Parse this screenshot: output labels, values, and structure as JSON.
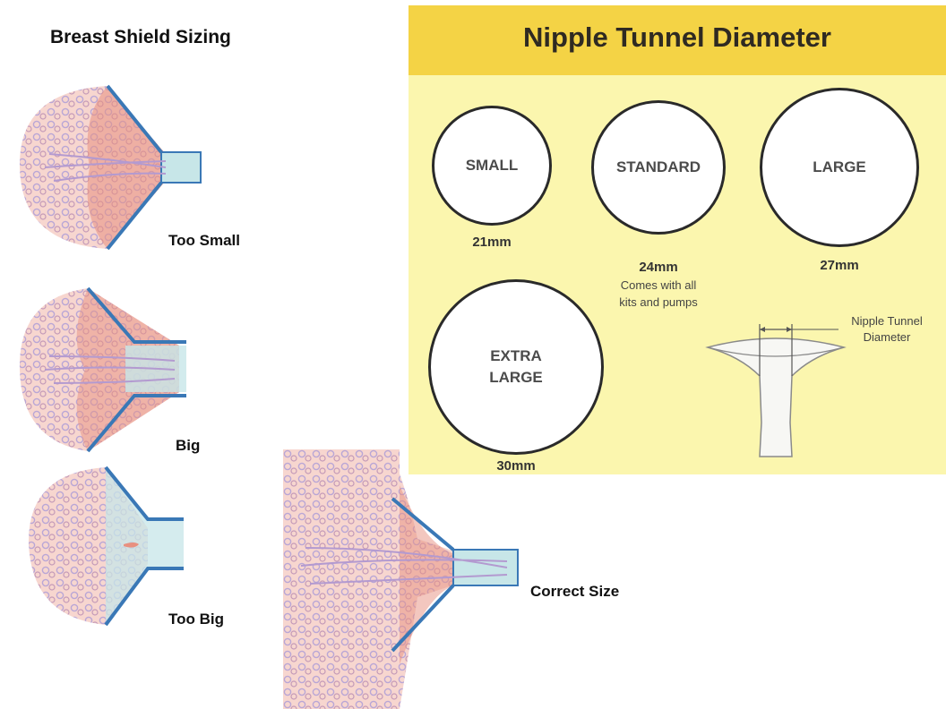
{
  "left": {
    "title": "Breast Shield Sizing",
    "captions": {
      "too_small": "Too Small",
      "big": "Big",
      "too_big": "Too Big",
      "correct": "Correct Size"
    }
  },
  "panel": {
    "title": "Nipple Tunnel Diameter",
    "sizes": [
      {
        "label": "SMALL",
        "mm": "21mm"
      },
      {
        "label": "STANDARD",
        "mm": "24mm",
        "note": "Comes with all\nkits and pumps"
      },
      {
        "label": "LARGE",
        "mm": "27mm"
      },
      {
        "label": "EXTRA\nLARGE",
        "mm": "30mm"
      }
    ],
    "diagram_label": "Nipple Tunnel\nDiameter"
  },
  "colors": {
    "panel_bg": "#fbf6ae",
    "header_bg": "#f4d345",
    "tissue": "#f2b8ac",
    "shield": "#c7e6e8",
    "shield_edge": "#3a78b6"
  }
}
